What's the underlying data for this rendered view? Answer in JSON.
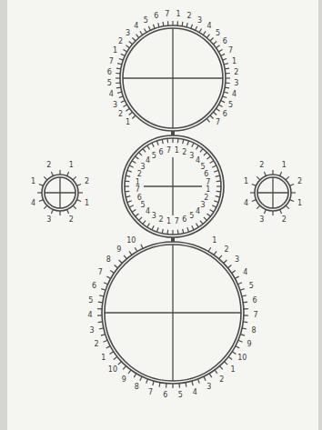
{
  "diagram": {
    "nodes": [
      {
        "text": [
          "1",
          "2",
          "3",
          "4",
          "5",
          "6",
          "7",
          "1",
          "2",
          "3",
          "4",
          "5",
          "6",
          "7",
          "1",
          "2",
          "3",
          "4",
          "5",
          "6",
          "7",
          "1",
          "2",
          "3",
          "4",
          "5",
          "6",
          "7"
        ]
      },
      {
        "text": [
          "1",
          "2",
          "1",
          "2",
          "3",
          "4",
          "1",
          "2"
        ]
      },
      {
        "text": [
          "1",
          "2",
          "3",
          "4",
          "5",
          "6",
          "7",
          "1",
          "2",
          "3",
          "4",
          "5",
          "6",
          "7",
          "1",
          "2",
          "3",
          "4",
          "5",
          "6",
          "7",
          "1",
          "2",
          "3",
          "4",
          "5",
          "6",
          "7"
        ]
      },
      {
        "text": [
          "1",
          "2",
          "1",
          "2",
          "3",
          "4",
          "1",
          "2"
        ]
      },
      {
        "text": [
          "1",
          "2",
          "3",
          "4",
          "5",
          "6",
          "7",
          "8",
          "9",
          "10",
          "1",
          "2",
          "3",
          "4",
          "5",
          "6",
          "7",
          "8",
          "9",
          "10",
          "1",
          "2",
          "3",
          "4",
          "5",
          "6",
          "7",
          "8",
          "9",
          "10"
        ]
      }
    ],
    "edges": [
      {
        "from": 0,
        "to": 2,
        "arrow": "none"
      },
      {
        "from": 2,
        "to": 4,
        "arrow": "none"
      }
    ]
  }
}
